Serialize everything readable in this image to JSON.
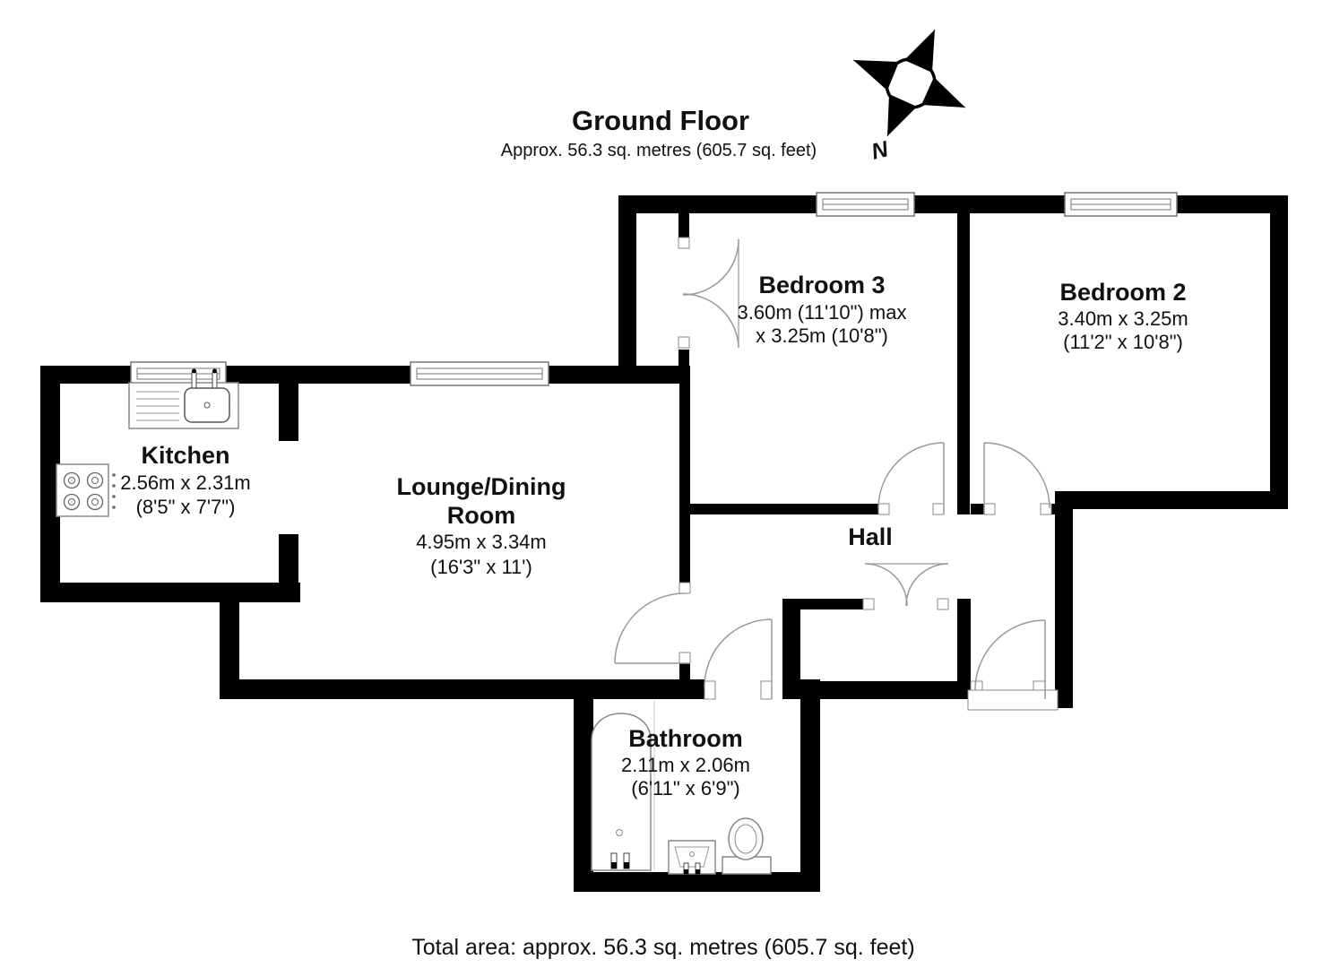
{
  "header": {
    "title": "Ground Floor",
    "subtitle": "Approx. 56.3 sq. metres (605.7 sq. feet)"
  },
  "compass": {
    "north_label": "N"
  },
  "rooms": {
    "bedroom3": {
      "name": "Bedroom 3",
      "dim_metric": "3.60m (11'10\") max",
      "dim_imperial": "x 3.25m (10'8\")"
    },
    "bedroom2": {
      "name": "Bedroom 2",
      "dim_metric": "3.40m x 3.25m",
      "dim_imperial": "(11'2\" x 10'8\")"
    },
    "kitchen": {
      "name": "Kitchen",
      "dim_metric": "2.56m x 2.31m",
      "dim_imperial": "(8'5\" x 7'7\")"
    },
    "lounge": {
      "name_line1": "Lounge/Dining",
      "name_line2": "Room",
      "dim_metric": "4.95m x 3.34m",
      "dim_imperial": "(16'3\" x 11')"
    },
    "hall": {
      "name": "Hall"
    },
    "bathroom": {
      "name": "Bathroom",
      "dim_metric": "2.11m x 2.06m",
      "dim_imperial": "(6'11\" x 6'9\")"
    }
  },
  "footer": {
    "total": "Total area: approx. 56.3 sq. metres (605.7 sq. feet)"
  },
  "colors": {
    "wall": "#000000",
    "outline": "#888888",
    "text": "#111111"
  }
}
